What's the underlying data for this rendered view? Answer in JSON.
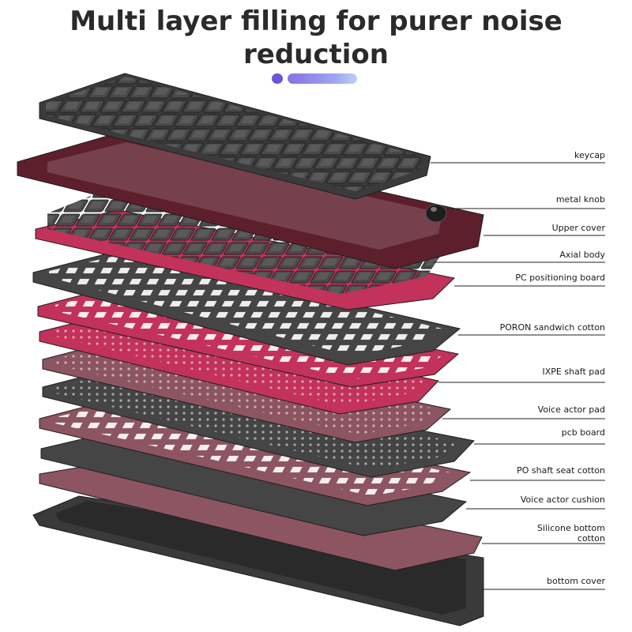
{
  "headline": {
    "line1": "Multi layer filling for purer noise",
    "line2": "reduction"
  },
  "accent_colors": {
    "dot": "#6a56d8",
    "bar_start": "#8a6fe6",
    "bar_end": "#b9d2f4"
  },
  "layer_colors": {
    "keycap": "#3b3b3b",
    "frame": "#5e1f2d",
    "pink_layer": "#c2325a",
    "mauve_layer": "#8c5561",
    "dark_layer": "#454545",
    "bottom_cover": "#3a3a3a"
  },
  "labels": {
    "keycap": "keycap",
    "metal_knob": "metal knob",
    "upper_cover": "Upper cover",
    "axial_body": "Axial body",
    "pc_positioning_board": "PC positioning board",
    "poron_sandwich_cotton": "PORON sandwich cotton",
    "ixpe_shaft_pad": "IXPE shaft pad",
    "voice_actor_pad": "Voice actor pad",
    "pcb_board": "pcb board",
    "po_shaft_seat_cotton": "PO shaft seat cotton",
    "voice_actor_cushion": "Voice actor cushion",
    "silicone_bottom_cotton_line1": "Silicone bottom",
    "silicone_bottom_cotton_line2": "cotton",
    "bottom_cover": "bottom cover"
  }
}
